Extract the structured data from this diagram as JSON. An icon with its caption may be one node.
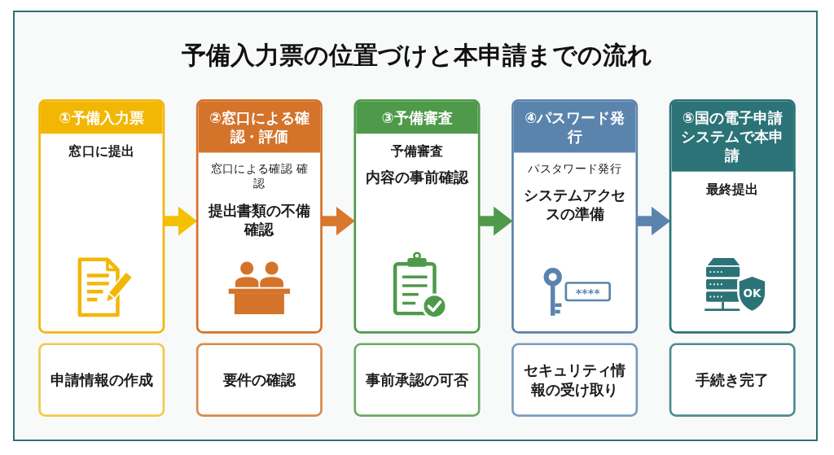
{
  "diagram": {
    "title": "予備入力票の位置づけと本申請までの流れ",
    "nodes": [
      {
        "text": [
          "①予備入力票",
          "窓口に提出"
        ]
      },
      {
        "text": [
          "②窓口による確認・評価",
          "窓口による確認 確認",
          "提出書類の不備確認"
        ]
      },
      {
        "text": [
          "③予備審査",
          "予備審査",
          "内容の事前確認"
        ]
      },
      {
        "text": [
          "④パスワード発行",
          "パスタワード発行",
          "システムアクセスの準備"
        ]
      },
      {
        "text": [
          "⑤国の電子申請システムで本申請",
          "最終提出"
        ]
      },
      {
        "text": [
          "申請情報の作成"
        ]
      },
      {
        "text": [
          "要件の確認"
        ]
      },
      {
        "text": [
          "事前承認の可否"
        ]
      },
      {
        "text": [
          "セキュリティ情報の受け取り"
        ]
      },
      {
        "text": [
          "手続き完了"
        ]
      }
    ],
    "edges": [
      {
        "from": 0,
        "to": 1,
        "arrow": "to",
        "color": "#f5c000"
      },
      {
        "from": 1,
        "to": 2,
        "arrow": "to",
        "color": "#d9772b"
      },
      {
        "from": 2,
        "to": 3,
        "arrow": "to",
        "color": "#4e9a4a"
      },
      {
        "from": 3,
        "to": 4,
        "arrow": "to",
        "color": "#5b84ad"
      }
    ],
    "labels": [
      "****",
      "OK"
    ]
  }
}
